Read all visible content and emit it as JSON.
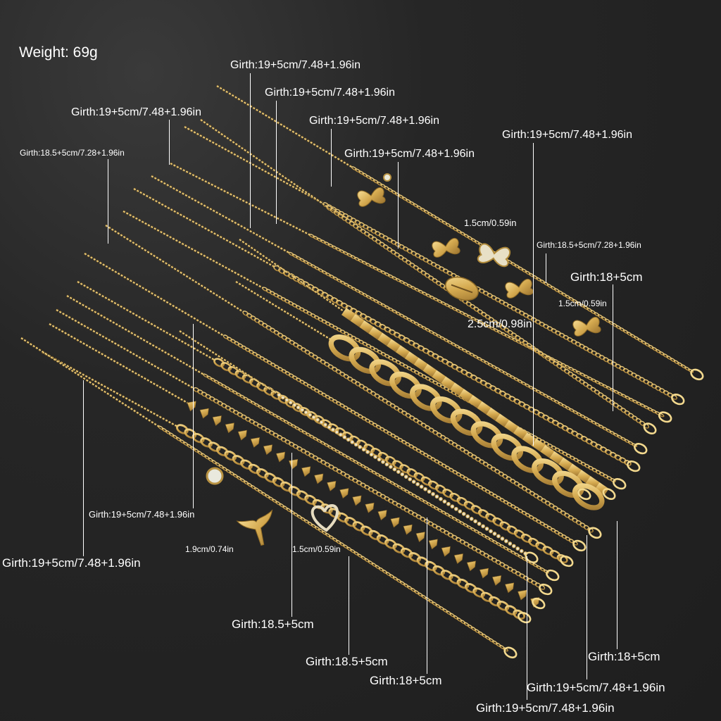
{
  "weight": "Weight: 69g",
  "labels": [
    "Girth:19+5cm/7.48+1.96in",
    "Girth:19+5cm/7.48+1.96in",
    "Girth:19+5cm/7.48+1.96in",
    "Girth:19+5cm/7.48+1.96in",
    "Girth:19+5cm/7.48+1.96in",
    "Girth:19+5cm/7.48+1.96in",
    "Girth:18.5+5cm/7.28+1.96in",
    "1.5cm/0.59in",
    "Girth:18.5+5cm/7.28+1.96in",
    "Girth:18+5cm",
    "1.5cm/0.59in",
    "2.5cm/0.98in",
    "Girth:19+5cm/7.48+1.96in",
    "1.9cm/0.74in",
    "1.5cm/0.59in",
    "Girth:19+5cm/7.48+1.96in",
    "Girth:18.5+5cm",
    "Girth:18.5+5cm",
    "Girth:18+5cm",
    "Girth:18+5cm",
    "Girth:19+5cm/7.48+1.96in",
    "Girth:19+5cm/7.48+1.96in"
  ],
  "colors": {
    "gold": "#d9b25e",
    "gold_light": "#f3d98e",
    "gold_dark": "#8e6a26",
    "background": "#222222",
    "text": "#ffffff"
  }
}
